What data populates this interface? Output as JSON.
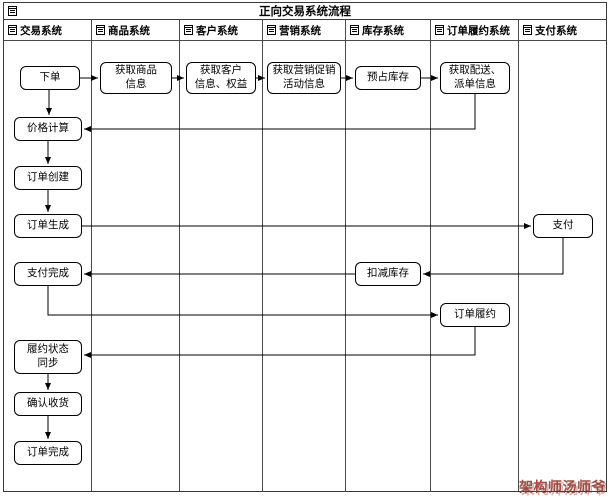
{
  "title": "正向交易系统流程",
  "watermark": "架构师汤师爷",
  "lanes": [
    {
      "label": "交易系统"
    },
    {
      "label": "商品系统"
    },
    {
      "label": "客户系统"
    },
    {
      "label": "营销系统"
    },
    {
      "label": "库存系统"
    },
    {
      "label": "订单履约系统"
    },
    {
      "label": "支付系统"
    }
  ],
  "nodes": [
    {
      "id": "place-order",
      "lane": "交易系统",
      "label": "下单"
    },
    {
      "id": "get-product-info",
      "lane": "商品系统",
      "label": "获取商品\n信息"
    },
    {
      "id": "get-customer-info",
      "lane": "客户系统",
      "label": "获取客户\n信息、权益"
    },
    {
      "id": "get-marketing-info",
      "lane": "营销系统",
      "label": "获取营销促销\n活动信息"
    },
    {
      "id": "reserve-inventory",
      "lane": "库存系统",
      "label": "预占库存"
    },
    {
      "id": "get-delivery-info",
      "lane": "订单履约系统",
      "label": "获取配送、\n派单信息"
    },
    {
      "id": "price-calculation",
      "lane": "交易系统",
      "label": "价格计算"
    },
    {
      "id": "order-creation",
      "lane": "交易系统",
      "label": "订单创建"
    },
    {
      "id": "order-generation",
      "lane": "交易系统",
      "label": "订单生成"
    },
    {
      "id": "payment",
      "lane": "支付系统",
      "label": "支付"
    },
    {
      "id": "deduct-inventory",
      "lane": "库存系统",
      "label": "扣减库存"
    },
    {
      "id": "payment-complete",
      "lane": "交易系统",
      "label": "支付完成"
    },
    {
      "id": "order-fulfillment",
      "lane": "订单履约系统",
      "label": "订单履约"
    },
    {
      "id": "fulfillment-status-sync",
      "lane": "交易系统",
      "label": "履约状态\n同步"
    },
    {
      "id": "confirm-receipt",
      "lane": "交易系统",
      "label": "确认收货"
    },
    {
      "id": "order-complete",
      "lane": "交易系统",
      "label": "订单完成"
    }
  ],
  "edges": [
    {
      "from": "place-order",
      "to": "get-product-info"
    },
    {
      "from": "get-product-info",
      "to": "get-customer-info"
    },
    {
      "from": "get-customer-info",
      "to": "get-marketing-info"
    },
    {
      "from": "get-marketing-info",
      "to": "reserve-inventory"
    },
    {
      "from": "reserve-inventory",
      "to": "get-delivery-info"
    },
    {
      "from": "get-delivery-info",
      "to": "price-calculation"
    },
    {
      "from": "place-order",
      "to": "price-calculation"
    },
    {
      "from": "price-calculation",
      "to": "order-creation"
    },
    {
      "from": "order-creation",
      "to": "order-generation"
    },
    {
      "from": "order-generation",
      "to": "payment"
    },
    {
      "from": "payment",
      "to": "deduct-inventory"
    },
    {
      "from": "deduct-inventory",
      "to": "payment-complete"
    },
    {
      "from": "payment-complete",
      "to": "order-fulfillment"
    },
    {
      "from": "order-fulfillment",
      "to": "fulfillment-status-sync"
    },
    {
      "from": "fulfillment-status-sync",
      "to": "confirm-receipt"
    },
    {
      "from": "confirm-receipt",
      "to": "order-complete"
    }
  ]
}
